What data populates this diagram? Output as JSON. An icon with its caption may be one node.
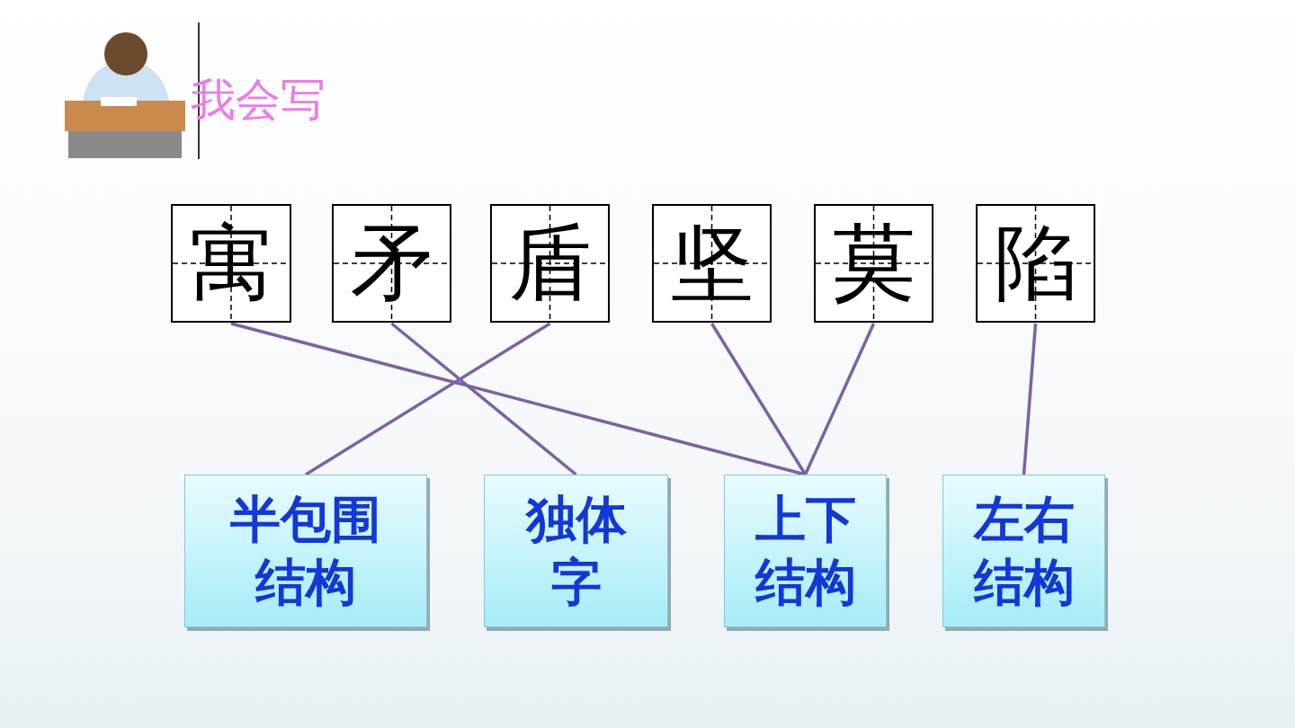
{
  "diagram": {
    "title": "我会写",
    "nodes": [
      {
        "text": [
          "寓"
        ]
      },
      {
        "text": [
          "矛"
        ]
      },
      {
        "text": [
          "盾"
        ]
      },
      {
        "text": [
          "坚"
        ]
      },
      {
        "text": [
          "莫"
        ]
      },
      {
        "text": [
          "陷"
        ]
      },
      {
        "text": [
          "半包围结构"
        ]
      },
      {
        "text": [
          "独体字"
        ]
      },
      {
        "text": [
          "上下结构"
        ]
      },
      {
        "text": [
          "左右结构"
        ]
      }
    ],
    "edges": [
      {
        "from": 0,
        "to": 8,
        "arrow": "none"
      },
      {
        "from": 1,
        "to": 7,
        "arrow": "none"
      },
      {
        "from": 2,
        "to": 6,
        "arrow": "none"
      },
      {
        "from": 3,
        "to": 8,
        "arrow": "none"
      },
      {
        "from": 4,
        "to": 8,
        "arrow": "none"
      },
      {
        "from": 5,
        "to": 9,
        "arrow": "none"
      }
    ]
  }
}
